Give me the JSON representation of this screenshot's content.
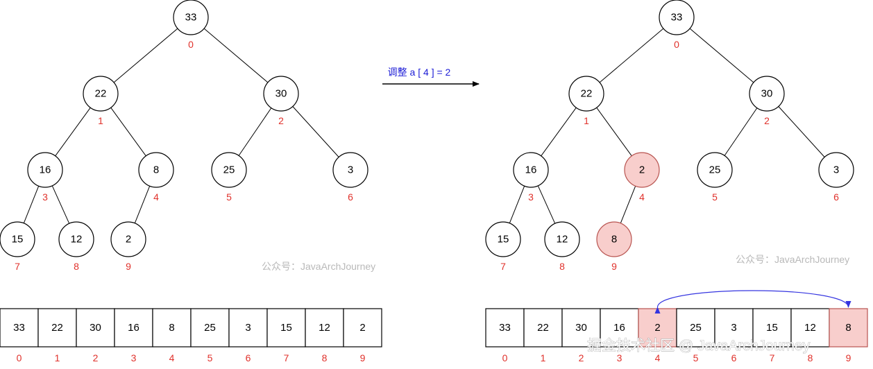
{
  "operation_label": "调整 a [ 4 ] = 2",
  "before": {
    "values": [
      "33",
      "22",
      "30",
      "16",
      "8",
      "25",
      "3",
      "15",
      "12",
      "2"
    ],
    "indices": [
      "0",
      "1",
      "2",
      "3",
      "4",
      "5",
      "6",
      "7",
      "8",
      "9"
    ],
    "highlighted": []
  },
  "after": {
    "values": [
      "33",
      "22",
      "30",
      "16",
      "2",
      "25",
      "3",
      "15",
      "12",
      "8"
    ],
    "indices": [
      "0",
      "1",
      "2",
      "3",
      "4",
      "5",
      "6",
      "7",
      "8",
      "9"
    ],
    "highlighted": [
      4,
      9
    ]
  },
  "swap_link": {
    "from_index": 4,
    "to_index": 9
  },
  "watermark": "公众号：JavaArchJourney",
  "site_watermark": "掘金技术社区 @ JavaArchJourney",
  "colors": {
    "highlight_fill": "#f8cecc",
    "highlight_stroke": "#b85450",
    "index_text": "#e0312b",
    "operation_text": "#1c1cd6",
    "swap_arrow": "#3434e0"
  }
}
